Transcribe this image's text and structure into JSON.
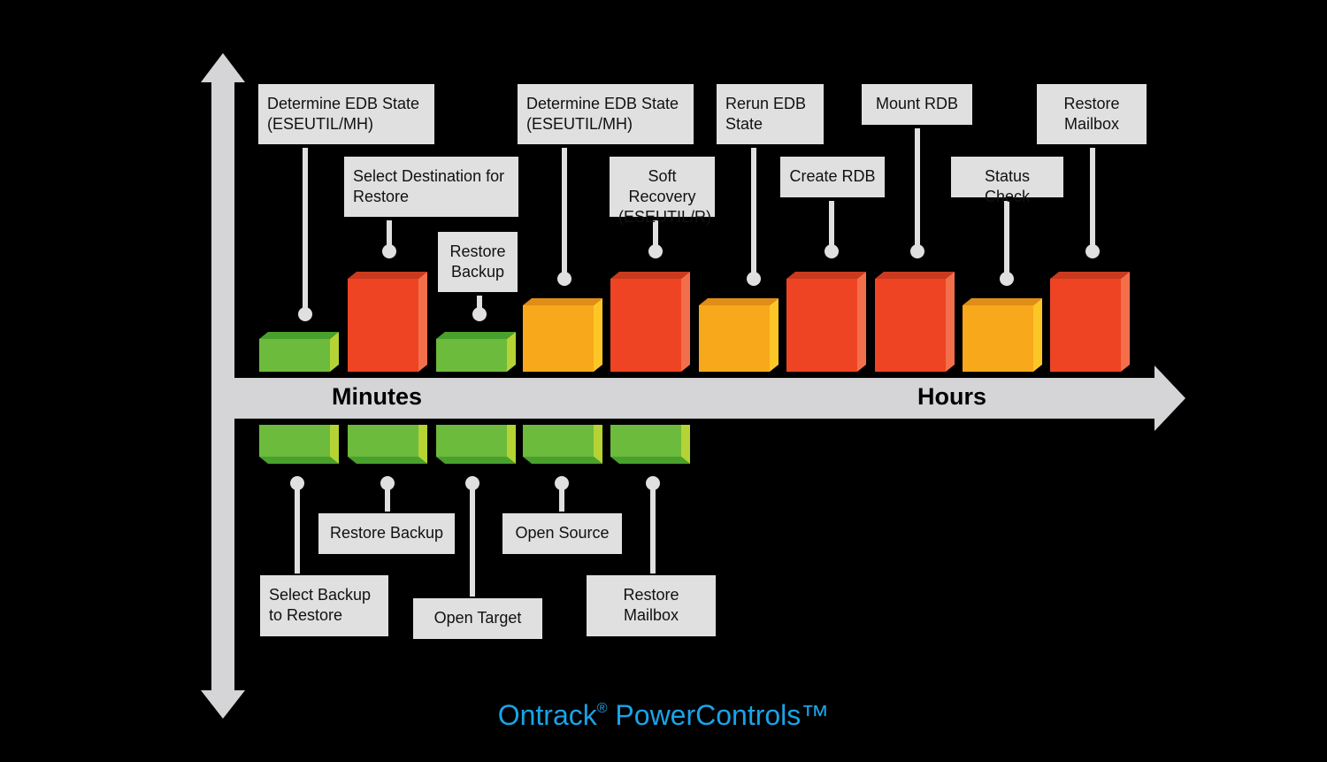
{
  "axis": {
    "left_label": "Minutes",
    "right_label": "Hours"
  },
  "brand": {
    "name": "Ontrack",
    "reg": "®",
    "product": "PowerControls™"
  },
  "colors": {
    "green": "#6cbb3c",
    "green_top": "#4aa02c",
    "green_side": "#b5d334",
    "orange": "#f7a81b",
    "orange_top": "#e08e17",
    "orange_side": "#fcc726",
    "red": "#ee4423",
    "red_top": "#c93a1f",
    "red_side": "#f36f4c",
    "label_bg": "#e0e0e0",
    "connector": "#e0e0e0",
    "brand": "#1aa3e8"
  },
  "upper_steps": [
    {
      "id": "u1",
      "lines": [
        "Determine EDB State",
        "(ESEUTIL/MH)"
      ],
      "level": "low",
      "color": "green"
    },
    {
      "id": "u2",
      "lines": [
        "Select Destination for",
        "Restore"
      ],
      "level": "high",
      "color": "red"
    },
    {
      "id": "u3",
      "lines": [
        "Restore",
        "Backup"
      ],
      "level": "low",
      "color": "green"
    },
    {
      "id": "u4",
      "lines": [
        "Determine EDB State",
        "(ESEUTIL/MH)"
      ],
      "level": "mid",
      "color": "orange"
    },
    {
      "id": "u5",
      "lines": [
        "Soft Recovery",
        "(ESEUTIL/R)"
      ],
      "level": "high",
      "color": "red"
    },
    {
      "id": "u6",
      "lines": [
        "Rerun EDB",
        "State"
      ],
      "level": "mid",
      "color": "orange"
    },
    {
      "id": "u7",
      "lines": [
        "Create RDB"
      ],
      "level": "high",
      "color": "red"
    },
    {
      "id": "u8",
      "lines": [
        "Mount RDB"
      ],
      "level": "high",
      "color": "red"
    },
    {
      "id": "u9",
      "lines": [
        "Status Check"
      ],
      "level": "mid",
      "color": "orange"
    },
    {
      "id": "u10",
      "lines": [
        "Restore",
        "Mailbox"
      ],
      "level": "high",
      "color": "red"
    }
  ],
  "lower_steps": [
    {
      "id": "l1",
      "lines": [
        "Select Backup",
        "to Restore"
      ],
      "color": "green"
    },
    {
      "id": "l2",
      "lines": [
        "Restore Backup"
      ],
      "color": "green"
    },
    {
      "id": "l3",
      "lines": [
        "Open Target"
      ],
      "color": "green"
    },
    {
      "id": "l4",
      "lines": [
        "Open Source"
      ],
      "color": "green"
    },
    {
      "id": "l5",
      "lines": [
        "Restore",
        "Mailbox"
      ],
      "color": "green"
    }
  ]
}
